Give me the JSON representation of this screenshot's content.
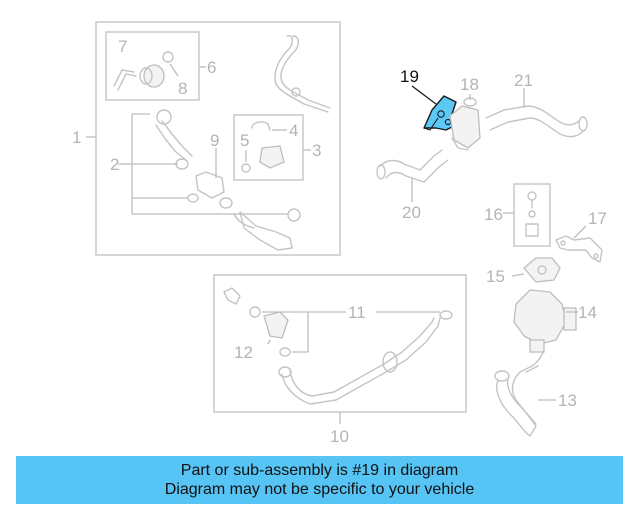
{
  "diagram": {
    "callouts": {
      "c1": "1",
      "c2": "2",
      "c3": "3",
      "c4": "4",
      "c5": "5",
      "c6": "6",
      "c7": "7",
      "c8": "8",
      "c9": "9",
      "c10": "10",
      "c11": "11",
      "c12": "12",
      "c13": "13",
      "c14": "14",
      "c15": "15",
      "c16": "16",
      "c17": "17",
      "c18": "18",
      "c19": "19",
      "c20": "20",
      "c21": "21"
    },
    "highlight_color": "#5bc8f5",
    "highlighted_part": "19"
  },
  "banner": {
    "line1": "Part or sub-assembly is #19 in diagram",
    "line2": "Diagram may not be specific to your vehicle",
    "color": "#56c4f4"
  }
}
